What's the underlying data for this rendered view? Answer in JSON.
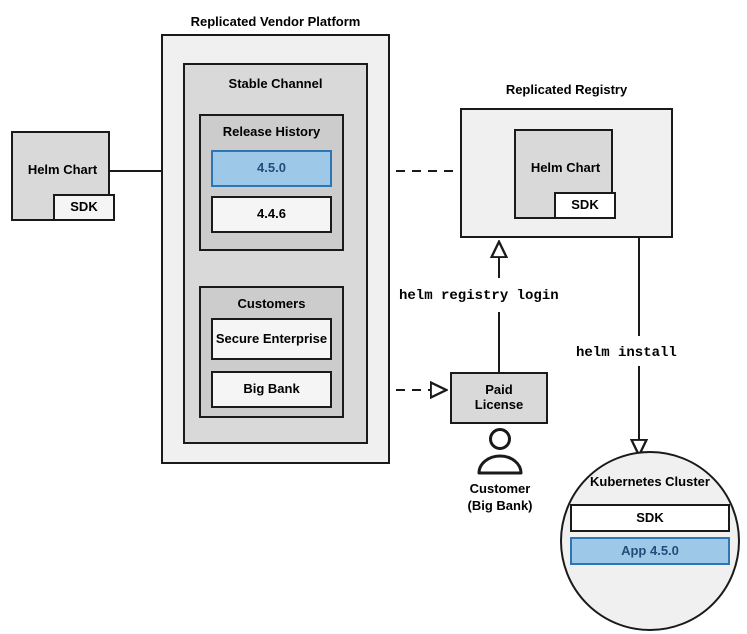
{
  "diagram": {
    "title": "Replicated Vendor Platform",
    "platform": {
      "label": "Replicated Vendor Platform",
      "channel": {
        "label": "Stable Channel",
        "release_history": {
          "label": "Release History",
          "releases": [
            {
              "version": "4.5.0",
              "highlighted": true
            },
            {
              "version": "4.4.6",
              "highlighted": false
            }
          ]
        },
        "customers": {
          "label": "Customers",
          "entries": [
            {
              "name": "Secure Enterprise"
            },
            {
              "name": "Big Bank"
            }
          ]
        }
      }
    },
    "source_artifact": {
      "label": "Helm Chart",
      "sub_label": "SDK"
    },
    "registry": {
      "label": "Replicated Registry",
      "artifact": {
        "label": "Helm Chart",
        "sub_label": "SDK"
      }
    },
    "license": {
      "label": "Paid\nLicense",
      "line1": "Paid",
      "line2": "License"
    },
    "customer_actor": {
      "icon": "person-icon",
      "line1": "Customer",
      "line2": "(Big Bank)"
    },
    "cluster": {
      "label": "Kubernetes Cluster",
      "components": [
        {
          "name": "SDK",
          "highlighted": false
        },
        {
          "name": "App 4.5.0",
          "highlighted": true
        }
      ]
    },
    "commands": {
      "registry_login": "helm registry login",
      "helm_install": "helm install"
    },
    "colors": {
      "accent_fill": "#9ec8e8",
      "accent_border": "#2f75b5",
      "accent_text": "#1f4e79",
      "stroke": "#1a1a1a",
      "fill_lightest": "#f0f0f0",
      "fill_light": "#d9d9d9",
      "fill_mid": "#cccccc",
      "fill_dark": "#b3b3b3",
      "fill_white": "#ffffff"
    }
  }
}
